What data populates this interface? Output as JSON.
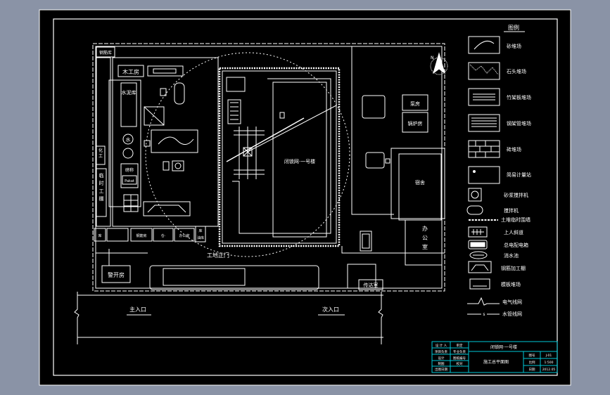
{
  "colors": {
    "viewport": "#8a93a6",
    "sheet": "#000000",
    "line": "#ffffff",
    "titleblock": "#00c8d8"
  },
  "compass_label": "N",
  "legend": {
    "title": "图例",
    "items": [
      {
        "label": "砂堆场",
        "icon": "sand-pile-icon"
      },
      {
        "label": "石头堆场",
        "icon": "stone-pile-icon"
      },
      {
        "label": "竹架板堆场",
        "icon": "bamboo-board-icon"
      },
      {
        "label": "钢架管堆场",
        "icon": "steel-pipe-icon"
      },
      {
        "label": "砖堆场",
        "icon": "brick-pile-icon"
      },
      {
        "label": "简易计量站",
        "icon": "scale-station-icon"
      },
      {
        "label": "砂浆搅拌机",
        "icon": "mortar-mixer-icon"
      },
      {
        "label": "搅拌机",
        "icon": "mixer-icon"
      },
      {
        "label": "土堆临时围墙",
        "icon": "temp-wall-icon"
      },
      {
        "label": "上人斜道",
        "icon": "ramp-icon"
      },
      {
        "label": "总电配电箱",
        "icon": "distribution-box-icon"
      },
      {
        "label": "消水池",
        "icon": "water-pool-icon"
      },
      {
        "label": "钢筋加工棚",
        "icon": "rebar-shed-icon"
      },
      {
        "label": "模板堆场",
        "icon": "formwork-icon"
      },
      {
        "label": "电气线网",
        "icon": "electric-line-icon"
      },
      {
        "label": "水管线网",
        "icon": "water-line-icon"
      }
    ]
  },
  "site_labels": {
    "top_left_room": "钢筋库",
    "carpentry": "木工房",
    "cement_store": "水泥库",
    "water_tank": "水",
    "left_tag_a": "化",
    "left_tag_b": "工",
    "temp_shed": "临时工棚",
    "scale_room": "磅称",
    "scale_box": "Pakat",
    "main_building": "闭锁网·一号楼",
    "boiler": "锅炉房",
    "pump": "泵房",
    "dormitory": "宿舍",
    "office": "办公室",
    "bottom_cells": [
      "库",
      "钢筋房",
      "仓·",
      "办公室",
      "库",
      "油库"
    ],
    "work_area_gate": "工地正门",
    "guard_room": "警开房",
    "transfer_room": "传达室",
    "main_entrance": "主入口",
    "side_entrance": "次入口"
  },
  "title_block": {
    "left_rows": [
      [
        "设 计 人",
        "审定"
      ],
      [
        "项目负责",
        "专业负责"
      ],
      [
        "设计",
        "图纸编号"
      ],
      [
        "制图",
        "校对"
      ],
      [
        "出图日期",
        ""
      ]
    ],
    "project": "闭锁网·一号楼",
    "drawing": "施工总平面图",
    "right_rows": [
      [
        "图号",
        "J-01"
      ],
      [
        "比例",
        "1:500"
      ],
      [
        "日期",
        "2012.05"
      ]
    ]
  }
}
